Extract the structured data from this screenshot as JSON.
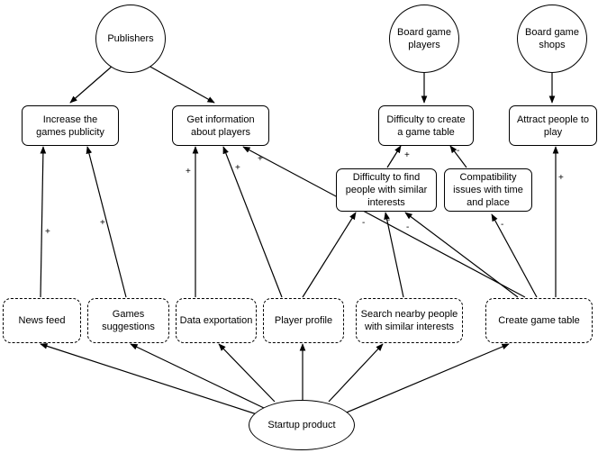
{
  "nodes": {
    "publishers": "Publishers",
    "players": "Board game players",
    "shops": "Board game shops",
    "increase": "Increase the games publicity",
    "getinfo": "Get information about players",
    "difficulty_table": "Difficulty to create a game table",
    "attract": "Attract people to play",
    "difficulty_find": "Difficulty to find people with similar interests",
    "compat": "Compatibility issues with time and place",
    "newsfeed": "News feed",
    "suggestions": "Games suggestions",
    "export": "Data exportation",
    "profile": "Player profile",
    "search": "Search nearby people with similar interests",
    "create": "Create game table",
    "startup": "Startup product"
  },
  "signs": {
    "newsfeed_increase": "+",
    "suggestions_increase": "+",
    "export_getinfo": "+",
    "profile_getinfo": "+",
    "create_getinfo": "+",
    "find_table": "+",
    "compat_table": "-",
    "attract_create": "+",
    "profile_find": "-",
    "search_find": "-",
    "create_find": "-",
    "create_compat": "-"
  }
}
